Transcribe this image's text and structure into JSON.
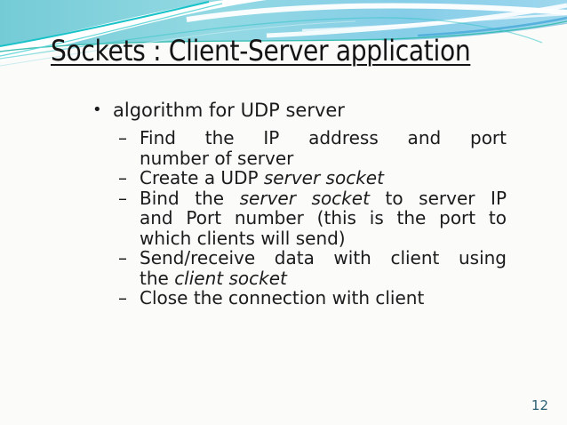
{
  "slide": {
    "title": "Sockets : Client-Server application",
    "page_number": "12",
    "accent_colors": {
      "aqua_left": "#74cbd6",
      "aqua_mid": "#93d9e3",
      "blue_right": "#9fd8ee",
      "teal_line": "#21c1c6",
      "deep_blue_streak": "#46a8d8",
      "page_number_color": "#2d6275"
    },
    "body": {
      "items": [
        {
          "level": 1,
          "bullet": "•",
          "lines": [
            [
              {
                "t": "algorithm for UDP server"
              }
            ]
          ]
        },
        {
          "level": 2,
          "bullet": "–",
          "lines": [
            [
              {
                "t": "Find the IP address and port"
              }
            ],
            [
              {
                "t": "number of server"
              }
            ]
          ]
        },
        {
          "level": 2,
          "bullet": "–",
          "lines": [
            [
              {
                "t": "Create a UDP "
              },
              {
                "t": "server socket",
                "i": true
              }
            ]
          ]
        },
        {
          "level": 2,
          "bullet": "–",
          "lines": [
            [
              {
                "t": "Bind the "
              },
              {
                "t": "server socket",
                "i": true
              },
              {
                "t": " to server IP"
              }
            ],
            [
              {
                "t": "and Port number (this is the port to"
              }
            ],
            [
              {
                "t": "which clients will send)"
              }
            ]
          ]
        },
        {
          "level": 2,
          "bullet": "–",
          "lines": [
            [
              {
                "t": "Send/receive data with client using"
              }
            ],
            [
              {
                "t": "the "
              },
              {
                "t": "client socket",
                "i": true
              }
            ]
          ]
        },
        {
          "level": 2,
          "bullet": "–",
          "lines": [
            [
              {
                "t": "Close the connection with client"
              }
            ]
          ]
        }
      ]
    }
  }
}
